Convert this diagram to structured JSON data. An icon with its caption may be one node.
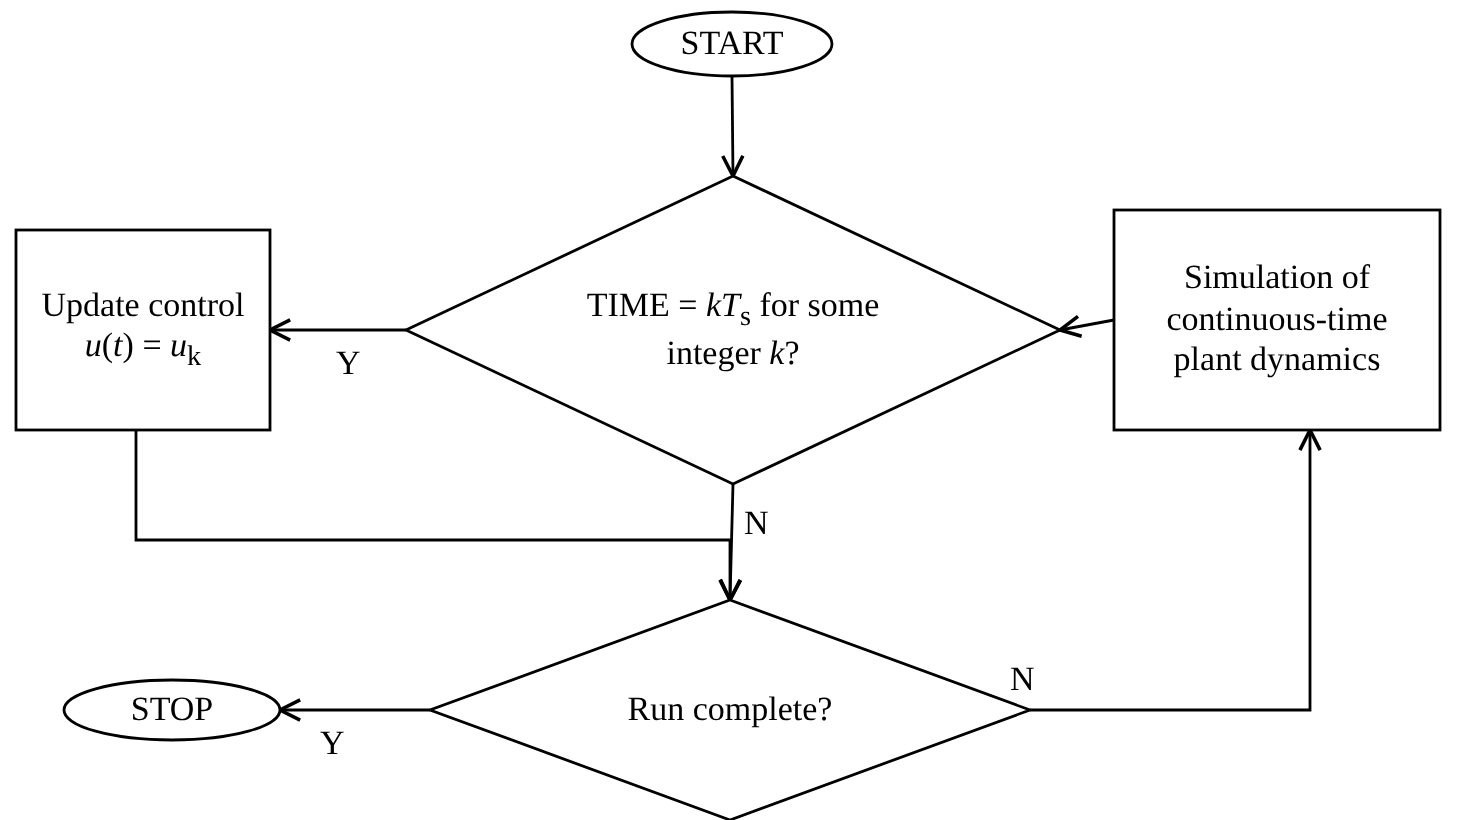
{
  "diagram": {
    "nodes": [
      {
        "text": [
          "START"
        ]
      },
      {
        "text": [
          "TIME = *kT*$_{s}$ for some integer *k*?"
        ]
      },
      {
        "text": [
          "Update control *u*(*t*) = *u*$_{k}$"
        ]
      },
      {
        "text": [
          "Simulation of continuous-time plant dynamics"
        ]
      },
      {
        "text": [
          "Run complete?"
        ]
      },
      {
        "text": [
          "STOP"
        ]
      }
    ],
    "edges": [
      {
        "from": 0,
        "to": 1,
        "arrow": "to"
      },
      {
        "from": 1,
        "to": 2,
        "arrow": "to",
        "label": "Y"
      },
      {
        "from": 2,
        "to": 4,
        "arrow": "to"
      },
      {
        "from": 1,
        "to": 4,
        "arrow": "to",
        "label": "N"
      },
      {
        "from": 4,
        "to": 5,
        "arrow": "to",
        "label": "Y"
      },
      {
        "from": 4,
        "to": 3,
        "arrow": "to",
        "label": "N"
      },
      {
        "from": 3,
        "to": 1,
        "arrow": "to"
      }
    ]
  }
}
